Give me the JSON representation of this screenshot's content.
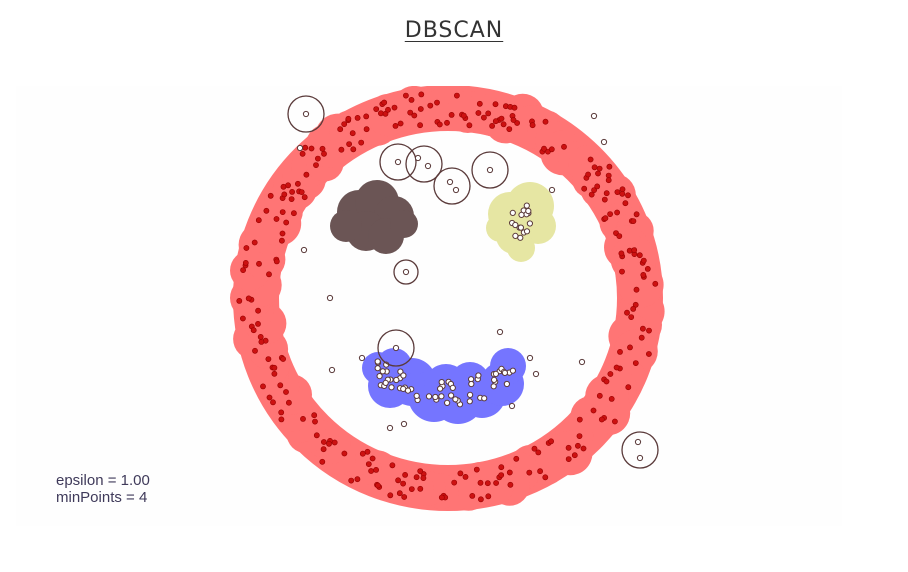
{
  "title": "DBSCAN",
  "params": {
    "epsilon_label": "epsilon = 1.00",
    "minpoints_label": "minPoints = 4"
  },
  "colors": {
    "ring_cluster": "#ff7575",
    "ring_points": "#cc1111",
    "blob_cluster": "#6b5555",
    "yellow_cluster": "#e6e6a3",
    "blue_cluster": "#7575ff",
    "noise_stroke": "#5a3a3a"
  },
  "diagram": {
    "type": "dbscan-clustering",
    "clusters": [
      {
        "name": "outer-ring",
        "color": "#ff7575"
      },
      {
        "name": "dark-blob",
        "color": "#6b5555"
      },
      {
        "name": "yellow-blob",
        "color": "#e6e6a3"
      },
      {
        "name": "blue-smile",
        "color": "#7575ff"
      }
    ]
  }
}
